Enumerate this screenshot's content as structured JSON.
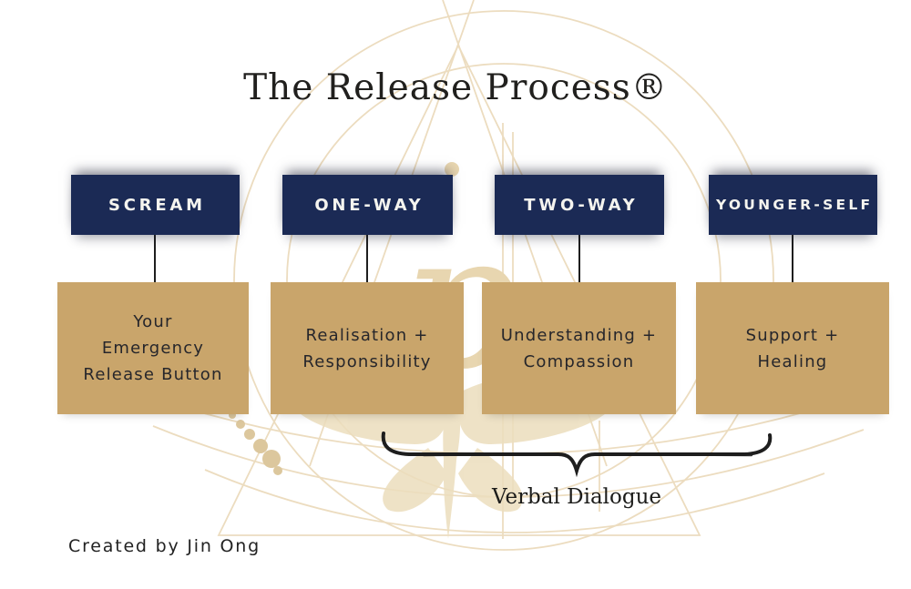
{
  "title": "The Release Process®",
  "stages": [
    {
      "label": "SCREAM",
      "lines": [
        "Your",
        "Emergency",
        "Release Button"
      ]
    },
    {
      "label": "ONE-WAY",
      "lines": [
        "Realisation +",
        "Responsibility"
      ]
    },
    {
      "label": "TWO-WAY",
      "lines": [
        "Understanding +",
        "Compassion"
      ]
    },
    {
      "label": "YOUNGER-SELF",
      "lines": [
        "Support +",
        "Healing"
      ]
    }
  ],
  "brace_label": "Verbal Dialogue",
  "credit": "Created by Jin Ong",
  "watermark": {
    "monogram": "p"
  },
  "colors": {
    "navy": "#1b2a55",
    "tan": "#c9a56b",
    "ink": "#1e1e1e",
    "text-dark": "#26262b",
    "label-text": "#f5f4ef",
    "watermark-line": "#ead9b9",
    "watermark-fill": "#ecdebd",
    "background": "#ffffff"
  }
}
